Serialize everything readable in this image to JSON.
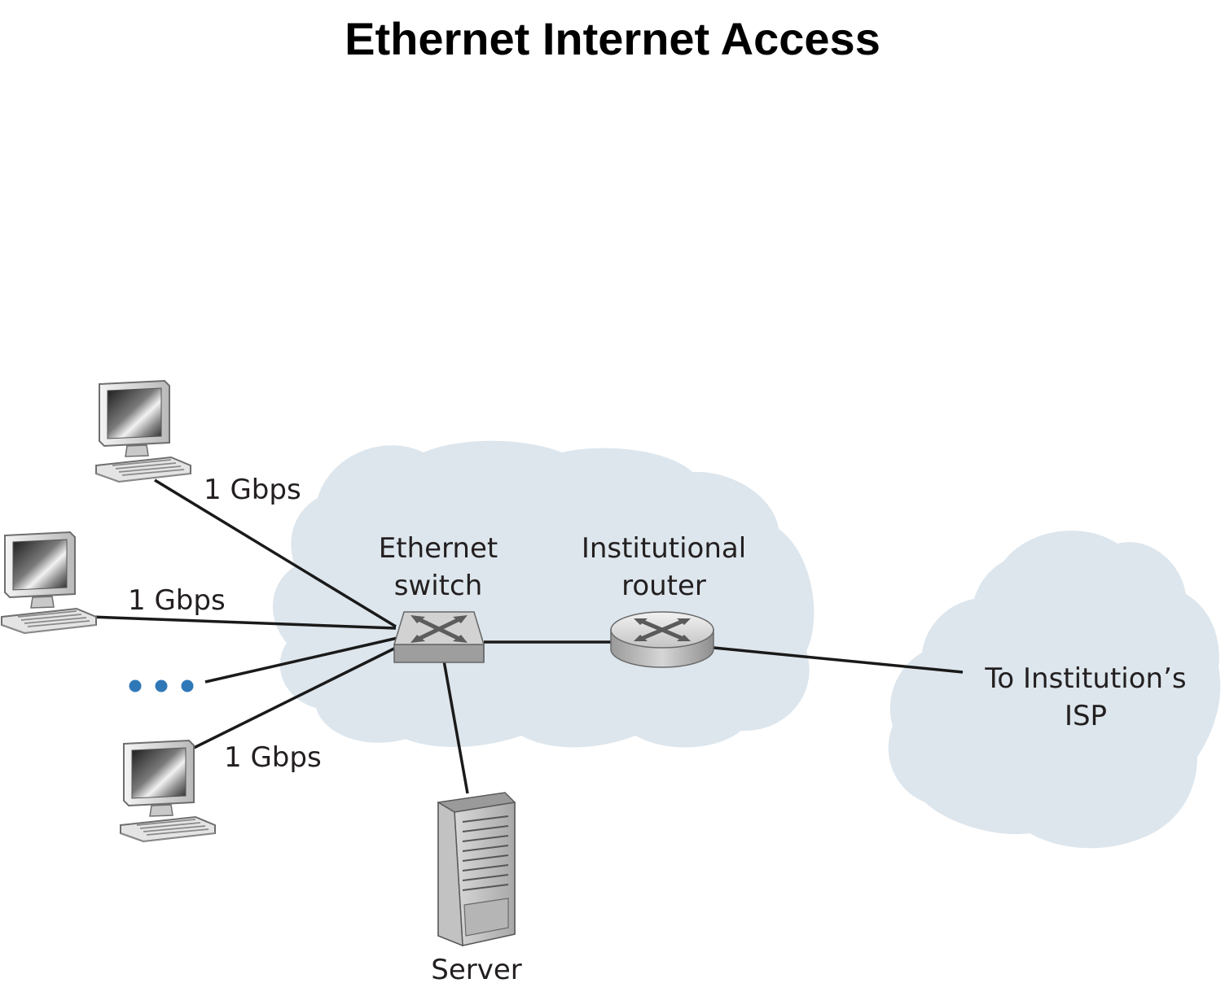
{
  "title": "Ethernet Internet Access",
  "labels": {
    "link_top": "1 Gbps",
    "link_middle": "1 Gbps",
    "link_bottom": "1 Gbps",
    "switch_line1": "Ethernet",
    "switch_line2": "switch",
    "router_line1": "Institutional",
    "router_line2": "router",
    "isp_line1": "To Institution’s",
    "isp_line2": "ISP",
    "server": "Server"
  },
  "colors": {
    "cloud": "#dde6ed",
    "ellipsis_dots": "#2f78b8",
    "link_line": "#1a1a1a"
  },
  "icons": [
    "computer-icon",
    "ethernet-switch-icon",
    "router-icon",
    "server-icon",
    "cloud"
  ]
}
